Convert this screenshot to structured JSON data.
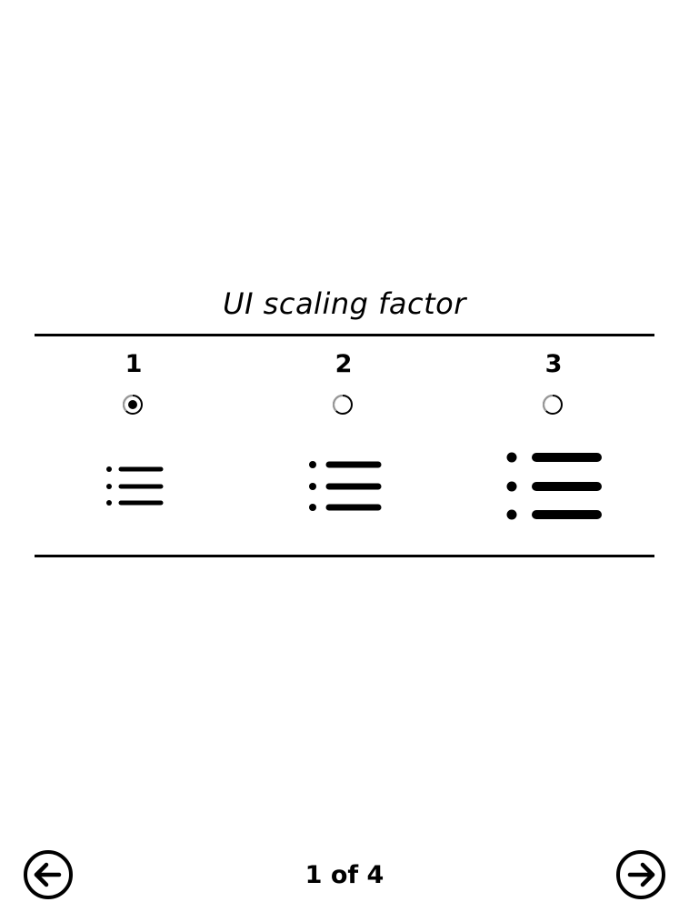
{
  "title": "UI scaling factor",
  "options": [
    {
      "label": "1",
      "selected": true,
      "icon": "list-small-icon"
    },
    {
      "label": "2",
      "selected": false,
      "icon": "list-medium-icon"
    },
    {
      "label": "3",
      "selected": false,
      "icon": "list-large-icon"
    }
  ],
  "pager": {
    "text": "1 of 4",
    "prev_icon": "arrow-left-circle-icon",
    "next_icon": "arrow-right-circle-icon"
  }
}
